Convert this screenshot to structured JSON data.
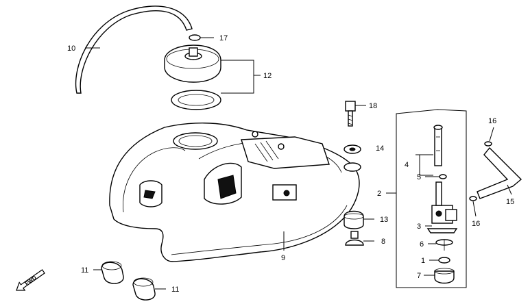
{
  "callouts": {
    "c10": "10",
    "c17": "17",
    "c12": "12",
    "c18": "18",
    "c14": "14",
    "c16a": "16",
    "c2": "2",
    "c4": "4",
    "c5": "5",
    "c15": "15",
    "c16b": "16",
    "c13": "13",
    "c3": "3",
    "c8": "8",
    "c6": "6",
    "c9": "9",
    "c1": "1",
    "c7": "7",
    "c11a": "11",
    "c11b": "11"
  },
  "fwd_label": "FWD"
}
